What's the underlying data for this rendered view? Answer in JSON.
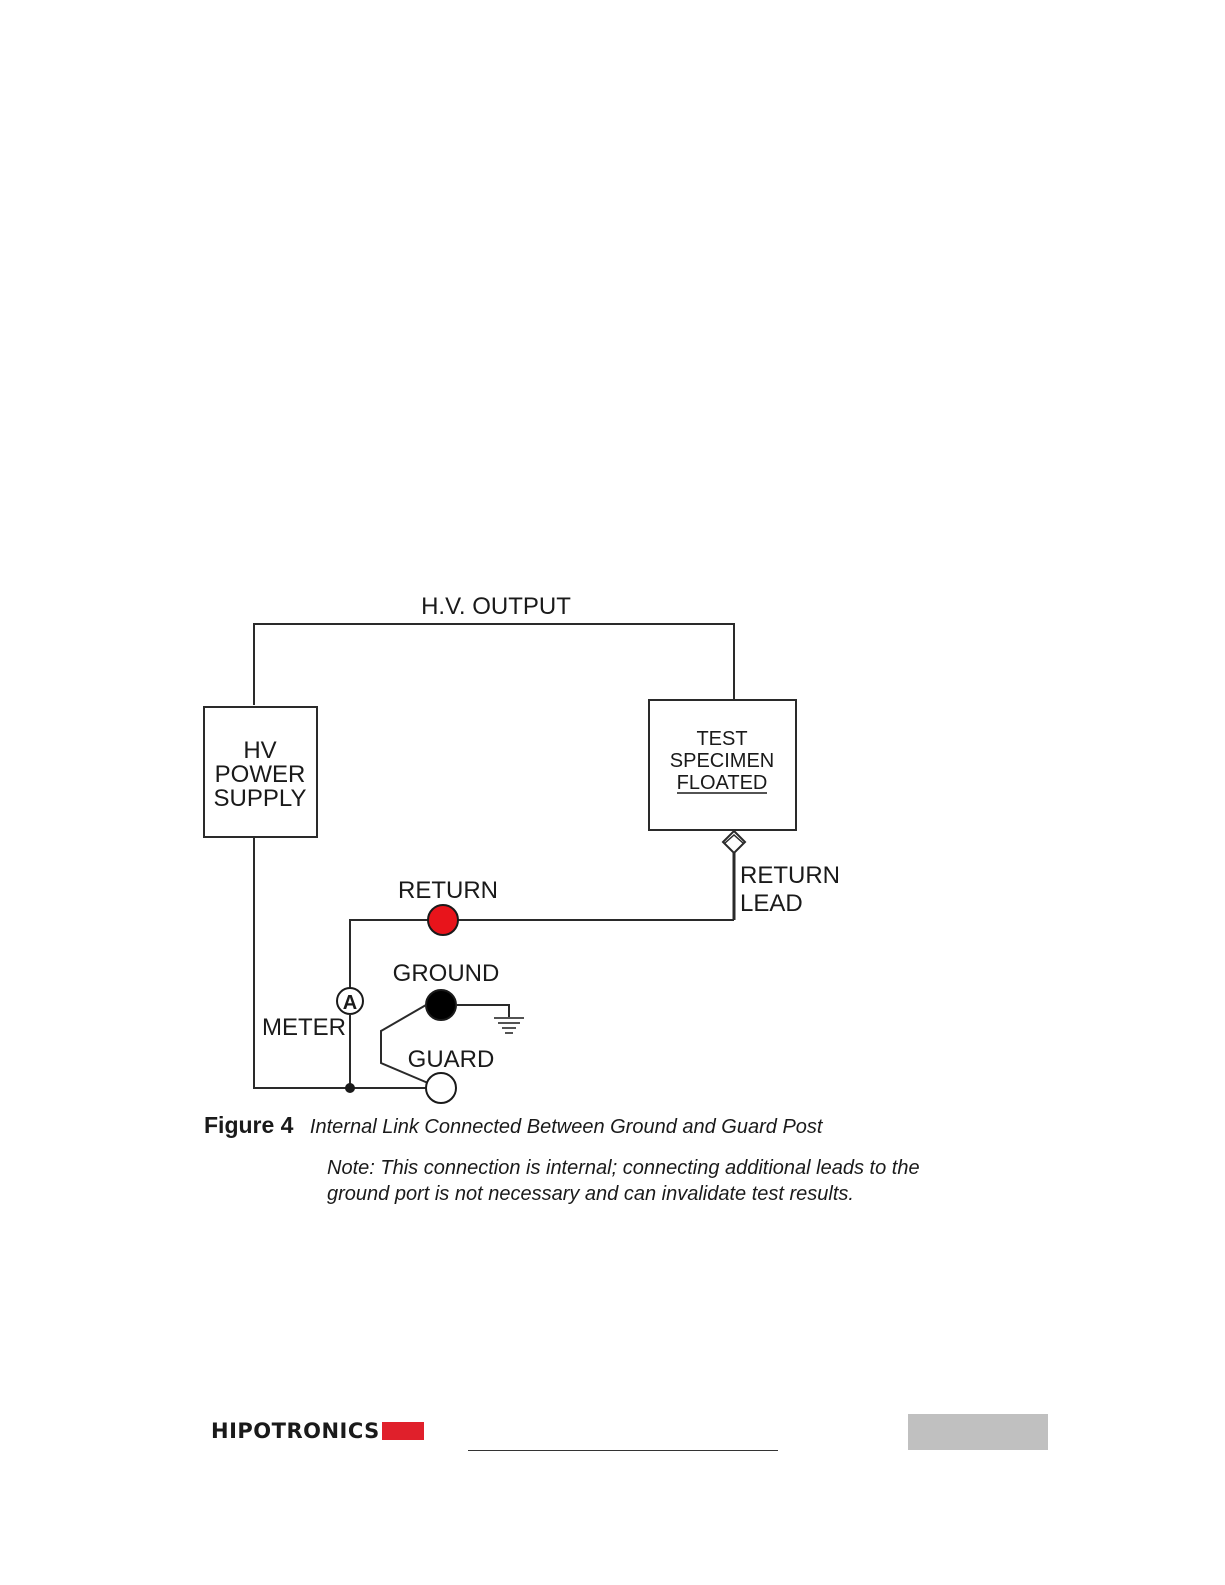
{
  "diagram": {
    "hv_output_label": "H.V. OUTPUT",
    "power_supply": [
      "HV",
      "POWER",
      "SUPPLY"
    ],
    "test_specimen": [
      "TEST",
      "SPECIMEN",
      "FLOATED"
    ],
    "return_lead": [
      "RETURN",
      "LEAD"
    ],
    "return_label": "RETURN",
    "ground_label": "GROUND",
    "guard_label": "GUARD",
    "meter_label": "METER",
    "ammeter_symbol": "A",
    "colors": {
      "return_post": "#e8141b",
      "ground_post": "#000000",
      "guard_post": "#ffffff"
    }
  },
  "caption": {
    "label": "Figure 4",
    "title": "Internal Link Connected Between Ground and Guard Post",
    "note_lines": [
      "Note: This connection is internal; connecting additional leads to the",
      "ground port is not necessary and can invalidate test results."
    ]
  },
  "footer": {
    "logo_text": "HIPOTRONICS",
    "logo_color": "#e0202b",
    "page_number": ""
  }
}
